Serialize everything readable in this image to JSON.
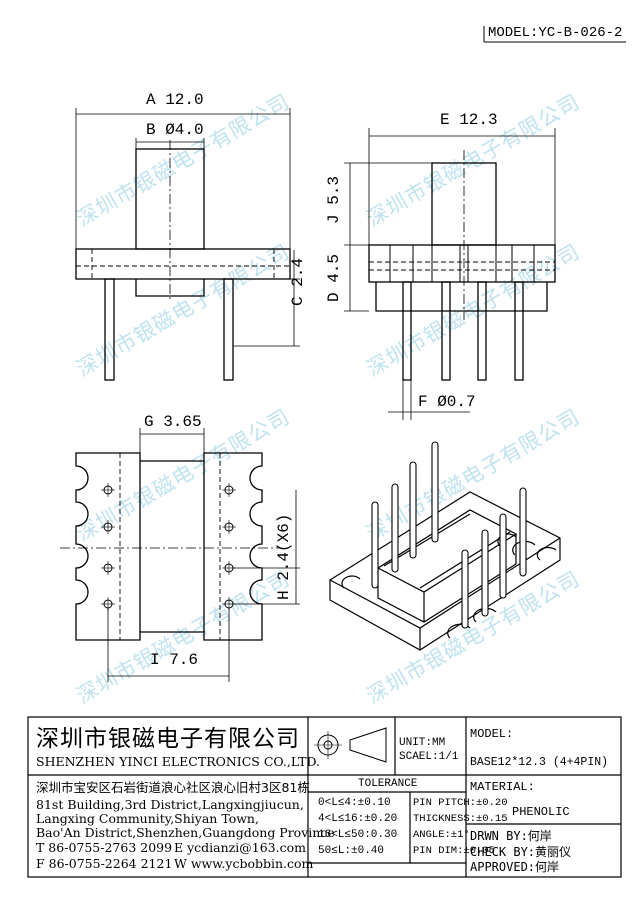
{
  "model_header": "MODEL:YC-B-026-2",
  "watermark_text": "深圳市银磁电子有限公司",
  "dimensions": {
    "a": "A 12.0",
    "b": "B Ø4.0",
    "c": "C 2.4",
    "d": "D 4.5",
    "e": "E 12.3",
    "f": "F Ø0.7",
    "g": "G 3.65",
    "h": "H 2.4(X6)",
    "i": "I 7.6",
    "j": "J 5.3"
  },
  "title_block": {
    "company_cn": "深圳市银磁电子有限公司",
    "company_en": "SHENZHEN YINCI ELECTRONICS CO.,LTD.",
    "address_cn": "深圳市宝安区石岩街道浪心社区浪心旧村3区81栋",
    "address_en": [
      "81st Building,3rd District,Langxingjiucun,",
      "Langxing Community,Shiyan Town,",
      "Bao'An District,Shenzhen,Guangdong Province"
    ],
    "tel": "T 86-0755-2763 2099",
    "email": "E ycdianzi@163.com",
    "fax": "F 86-0755-2264 2121",
    "web": "W www.ycbobbin.com",
    "unit": "UNIT:MM",
    "scale": "SCAEL:1/1",
    "model_label": "MODEL:",
    "model_value": "BASE12*12.3 (4+4PIN)",
    "tolerance_title": "TOLERANCE",
    "tolerance_left": [
      "0<L≤4:±0.10",
      "4<L≤16:±0.20",
      "16<L≤50:0.30",
      "50≤L:±0.40"
    ],
    "tolerance_right": [
      "PIN PITCH:±0.20",
      "THICKNESS:±0.15",
      "ANGLE:±1°",
      "PIN DIM:±0.05"
    ],
    "material_label": "MATERIAL:",
    "material_value": "PHENOLIC",
    "drawn_by": "DRWN BY:何岸",
    "check_by": "CHECK BY:黄丽仪",
    "approved": "APPROVED:何岸"
  }
}
